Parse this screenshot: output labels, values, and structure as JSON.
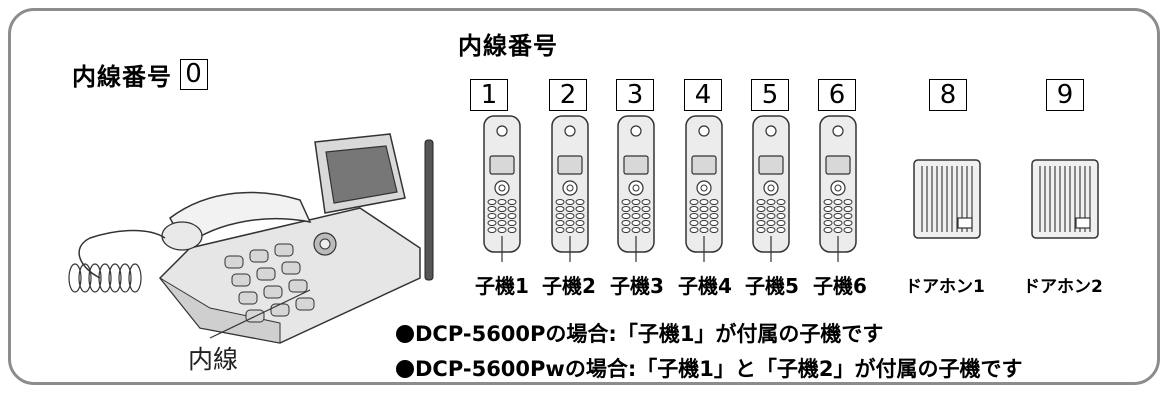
{
  "extension_label": "内線番号",
  "base_unit": {
    "extension_number": "0",
    "caption": "内線"
  },
  "handsets": [
    {
      "number": "1",
      "label": "子機1"
    },
    {
      "number": "2",
      "label": "子機2"
    },
    {
      "number": "3",
      "label": "子機3"
    },
    {
      "number": "4",
      "label": "子機4"
    },
    {
      "number": "5",
      "label": "子機5"
    },
    {
      "number": "6",
      "label": "子機6"
    }
  ],
  "doorphones": [
    {
      "number": "8",
      "label": "ドアホン1"
    },
    {
      "number": "9",
      "label": "ドアホン2"
    }
  ],
  "notes": [
    "DCP-5600Pの場合:「子機1」が付属の子機です",
    "DCP-5600Pwの場合:「子機1」と「子機2」が付属の子機です"
  ]
}
